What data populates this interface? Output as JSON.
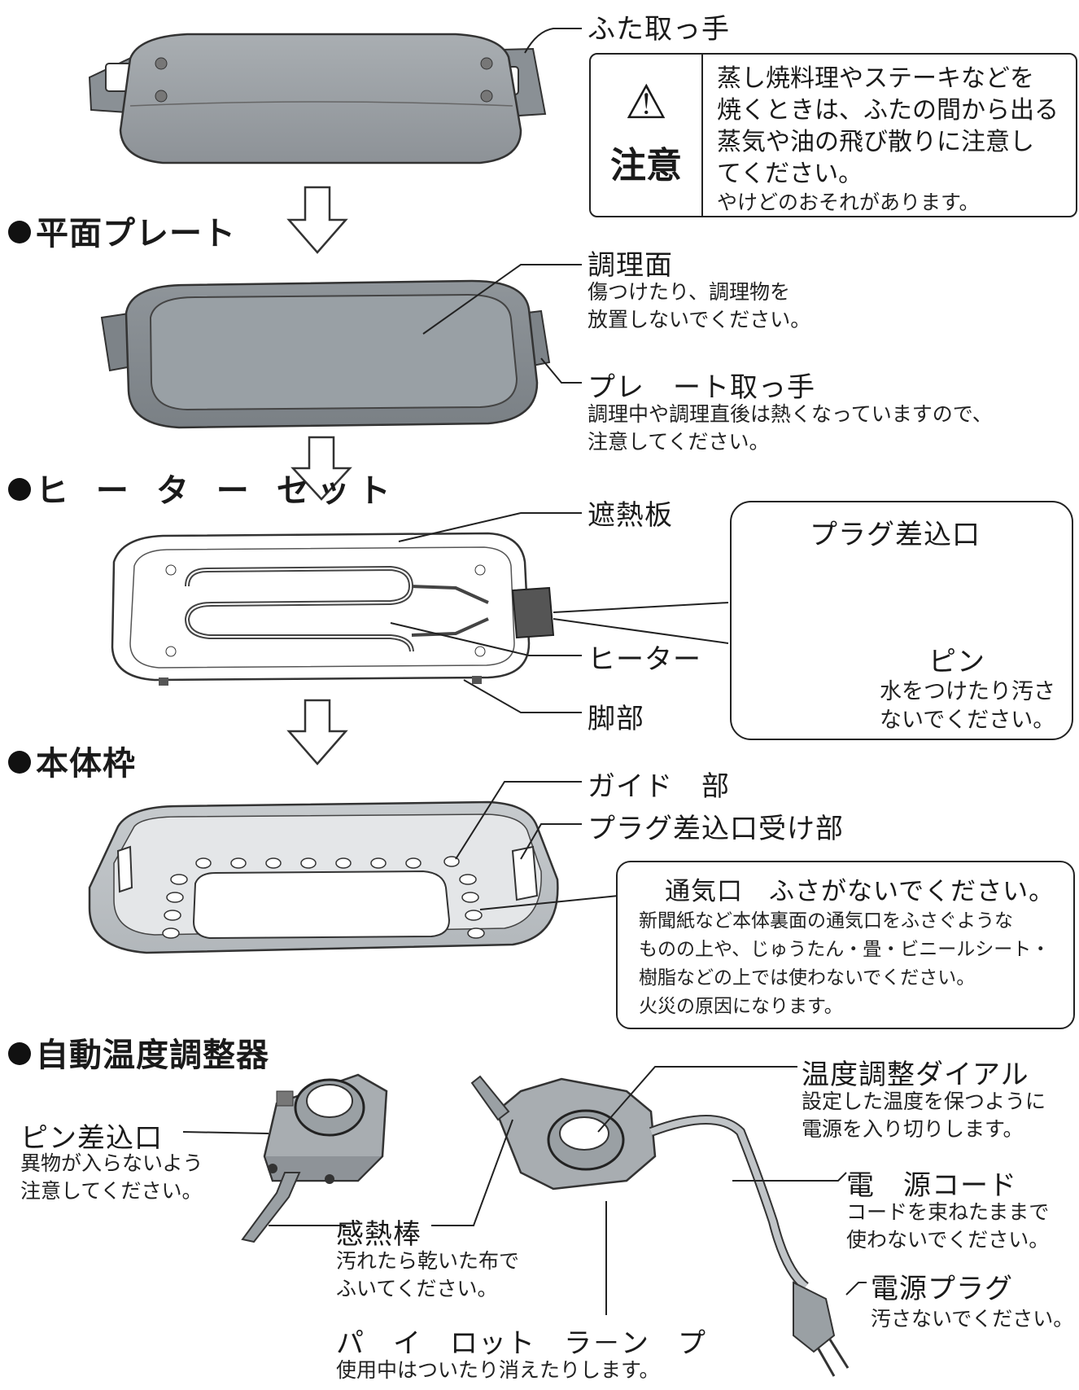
{
  "sections": {
    "flat_plate": "平面プレート",
    "heater_set": "ヒ ー タ ー セット",
    "body_frame": "本体枠",
    "thermostat": "自動温度調整器"
  },
  "labels": {
    "lid_handle": "ふた取っ手",
    "cooking_surface": "調理面",
    "cooking_surface_note_1": "傷つけたり、調理物を",
    "cooking_surface_note_2": "放置しないでください。",
    "plate_handle": "プレ　ート取っ手",
    "plate_handle_note_1": "調理中や調理直後は熱くなっていますので、",
    "plate_handle_note_2": "注意してください。",
    "heat_shield": "遮熱板",
    "heater": "ヒーター",
    "legs": "脚部",
    "guide": "ガイド　部",
    "plug_receiver": "プラグ差込口受け部",
    "pin_inlet": "ピン差込口",
    "pin_inlet_note_1": "異物が入らないよう",
    "pin_inlet_note_2": "注意してください。",
    "sensor_rod": "感熱棒",
    "sensor_rod_note_1": "汚れたら乾いた布で",
    "sensor_rod_note_2": "ふいてください。",
    "pilot_lamp": "パ　イ　ロット　ラ－ン　プ",
    "pilot_lamp_note": "使用中はついたり消えたりします。",
    "dial": "温度調整ダイアル",
    "dial_note_1": "設定した温度を保つように",
    "dial_note_2": "電源を入り切りします。",
    "cord": "電　源コード",
    "cord_note_1": "コードを束ねたままで",
    "cord_note_2": "使わないでください。",
    "plug": "電源プラグ",
    "plug_note": "汚さないでください。"
  },
  "caution": {
    "symbol": "⚠",
    "title": "注意",
    "lines": [
      "蒸し焼料理やステーキなどを",
      "焼くときは、ふたの間から出る",
      "蒸気や油の飛び散りに注意し",
      "てください。"
    ],
    "sub": "やけどのおそれがあります。"
  },
  "plug_inlet_box": {
    "title": "プラグ差込口",
    "pin": "ピン",
    "note_1": "水をつけたり汚さ",
    "note_2": "ないでください。"
  },
  "vent_box": {
    "title": "通気口　ふさがないでください。",
    "lines": [
      "新聞紙など本体裏面の通気口をふさぐような",
      "ものの上や、じゅうたん・畳・ビニールシート・",
      "樹脂などの上では使わないでください。",
      "火災の原因になります。"
    ]
  }
}
